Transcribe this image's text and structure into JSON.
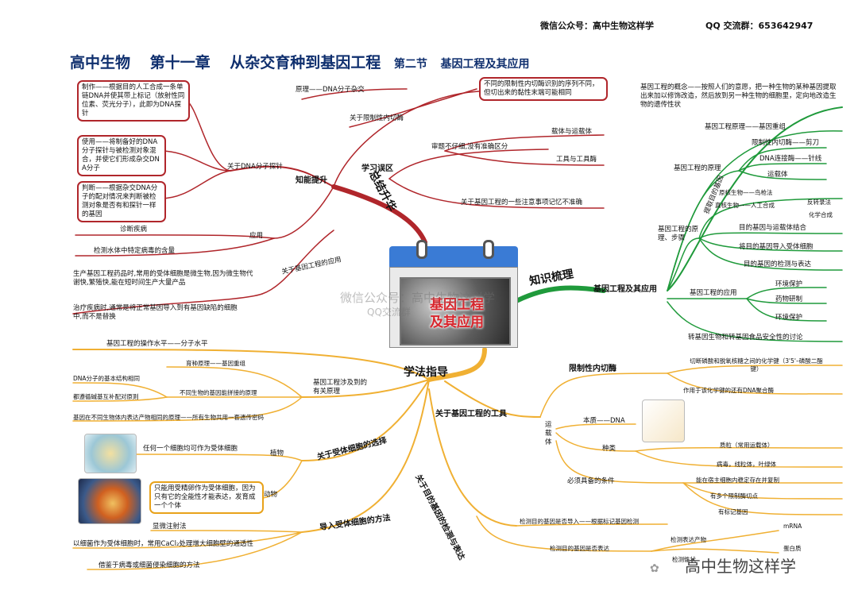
{
  "header": {
    "wechat": "微信公众号：高中生物这样学",
    "qq": "QQ 交流群：653642947"
  },
  "title": {
    "main": "高中生物",
    "chapter": "第十一章",
    "chapter_name": "从杂交育种到基因工程",
    "section": "第二节",
    "section_name": "基因工程及其应用"
  },
  "center": {
    "label": "基因工程及其应用",
    "watermark1": "微信公众号：高中生物这样学",
    "watermark2": "QQ交流群"
  },
  "colors": {
    "red": "#b0262b",
    "green": "#1f9a3b",
    "yellow": "#f0b033",
    "title": "#0f2f6e",
    "accent": "#d8252c"
  },
  "icons": [
    "calendar-frame-icon",
    "cell-image",
    "egg-image",
    "dna-helix-image",
    "wechat-logo-icon"
  ],
  "red": {
    "hub": "总结升华",
    "nengli": "知能提升",
    "xuexi": "学习误区",
    "probe": "关于DNA分子探针",
    "box_make": "制作——根据目的人工合成一条单链DNA并使其带上标记（放射性同位素、荧光分子），此即为DNA探针",
    "box_use": "使用——将制备好的DNA分子探针与被检测对象混合，并使它们形成杂交DNA分子",
    "box_judge": "判断——根据杂交DNA分子的配对情况来判断被检测对象是否有和探针一样的基因",
    "yuanli": "原理——DNA分子杂交",
    "enzyme": "关于限制性内切酶",
    "box_enzyme": "不同的限制性内切酶识别的序列不同，但切出来的黏性末端可能相同",
    "shen": "审题不仔细,没有准确区分",
    "vector": "载体与运载体",
    "tool": "工具与工具酶",
    "notice": "关于基因工程的一些注意事项记忆不准确",
    "app": "应用",
    "diag": "诊断疾病",
    "detect": "检测水体中特定病毒的含量",
    "app_q": "关于基因工程的应用",
    "drug": "生产基因工程药品时,常用的受体细胞是微生物,因为微生物代谢快,繁殖快,能在短时间生产大量产品",
    "treat": "治疗疾病时,通常是将正常基因导入到有基因缺陷的细胞中,而不是替换"
  },
  "green": {
    "hub": "知识梳理",
    "center": "基因工程及其应用",
    "concept": "基因工程的概念——按照人们的意愿，把一种生物的某种基因提取出来加以修饰改造，然后放到另一种生物的细胞里，定向地改造生物的遗传性状",
    "principle": "基因工程原理——基因重组",
    "yuanli": "基因工程的原理",
    "scissors": "限制性内切酶——剪刀",
    "needle": "DNA连接酶——针线",
    "carrier": "运载体",
    "steps": "基因工程的原理、步骤",
    "extract": "提取目的基因",
    "shotgun": "原核生物——鸟枪法",
    "reverse": "反转录法",
    "eukaryote": "真核生物——人工合成",
    "chem": "化学合成",
    "combine": "目的基因与运载体结合",
    "introduce": "将目的基因导入受体细胞",
    "verify": "目的基因的检测与表达",
    "apply": "基因工程的应用",
    "env": "环境保护",
    "medicine": "药物研制",
    "envp": "环境保护",
    "safety": "转基因生物和转基因食品安全性的讨论"
  },
  "yellow": {
    "hub": "学法指导",
    "level": "基因工程的操作水平——分子水平",
    "involve": "基因工程涉及到的有关原理",
    "breed": "育种原理——基因重组",
    "dna_struct": "DNA分子的基本结构相同",
    "pair": "都遵循碱基互补配对原则",
    "splice": "不同生物的基因能拼接的原理",
    "code": "基因在不同生物体内表达产物相同的原理——所有生物共用一套遗传密码",
    "receptor": "关于受体细胞的选择",
    "plant": "植物",
    "plant_d": "任何一个细胞均可作为受体细胞",
    "animal": "动物",
    "animal_d": "只能用受精卵作为受体细胞，因为只有它的全能性才能表达，发育成一个个体",
    "method": "导入受体细胞的方法",
    "micro": "显微注射法",
    "bacteria": "以细菌作为受体细胞时，常用CaCl₂处理增大细胞壁的通透性",
    "virus": "借鉴于病毒或细菌侵染细胞的方法",
    "tools": "关于基因工程的工具",
    "restriction": "限制性内切酶",
    "cut": "切断磷酸和脱氧核糖之间的化学键（3'5'–磷酸二酯键）",
    "ligase": "作用于该化学键的还有DNA聚合酶",
    "vehicle": "运载体",
    "essence": "本质——DNA",
    "kinds": "种类",
    "plasmid": "质粒（常用运载体）",
    "virus2": "病毒，线粒体，叶绿体",
    "cond": "必须具备的条件",
    "c1": "能在宿主细胞内稳定存在并复制",
    "c2": "有多个限制酶切点",
    "c3": "有标记基因",
    "check": "关于目的基因的检测与表达",
    "import_q": "检测目的基因是否导入——根据标记基因检测",
    "express_q": "检测目的基因是否表达",
    "product": "检测表达产物",
    "mrna": "mRNA",
    "protein": "蛋白质",
    "trait": "检测性状"
  },
  "footer": {
    "brand": "高中生物这样学"
  }
}
